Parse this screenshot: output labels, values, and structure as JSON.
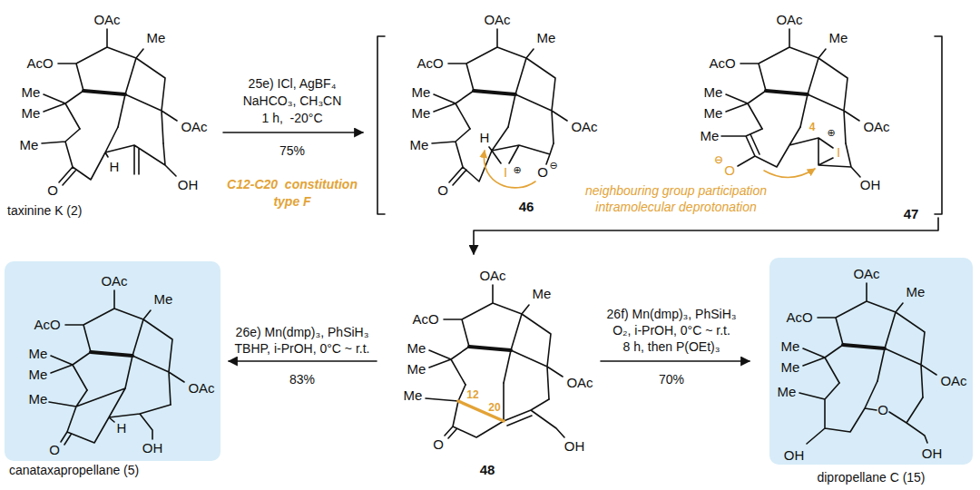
{
  "diagram": {
    "nodes": [
      {
        "text": [
          "OAc",
          "Me",
          "AcO",
          "Me",
          "Me",
          "OAc",
          "Me",
          "O",
          "H",
          "OH",
          "canataxapropellane (5)"
        ]
      },
      {
        "text": [
          "OAc",
          "Me",
          "AcO",
          "Me",
          "Me",
          "OAc",
          "Me",
          "O",
          "OH",
          "OH",
          "dipropellane C (15)"
        ]
      }
    ],
    "labels": [
      "OAc",
      "Me",
      "AcO",
      "Me",
      "Me",
      "OAc",
      "Me",
      "H",
      "O",
      "OH",
      "taxinine K (2)",
      "25e) ICl, AgBF₄",
      "NaHCO₃, CH₃CN",
      "1 h,  -20°C",
      "75%",
      "C12-C20  constitution",
      "type F",
      "OAc",
      "Me",
      "AcO",
      "Me",
      "Me",
      "OAc",
      "Me",
      "O",
      "H",
      "⊕",
      "I",
      "O",
      "⊖",
      "46",
      "neighbouring group participation",
      "intramolecular deprotonation",
      "OAc",
      "Me",
      "AcO",
      "Me",
      "Me",
      "OAc",
      "Me",
      "O",
      "⊖",
      "4",
      "I",
      "⊕",
      "OH",
      "47",
      "26e) Mn(dmp)₃, PhSiH₃",
      "TBHP, i-PrOH, 0°C ~ r.t.",
      "83%",
      "OAc",
      "Me",
      "AcO",
      "Me",
      "Me",
      "OAc",
      "12",
      "Me",
      "20",
      "O",
      "OH",
      "48",
      "26f) Mn(dmp)₃, PhSiH₃",
      "O₂, i-PrOH, 0°C ~ r.t.",
      "8 h, then P(OEt)₃",
      "70%"
    ]
  }
}
